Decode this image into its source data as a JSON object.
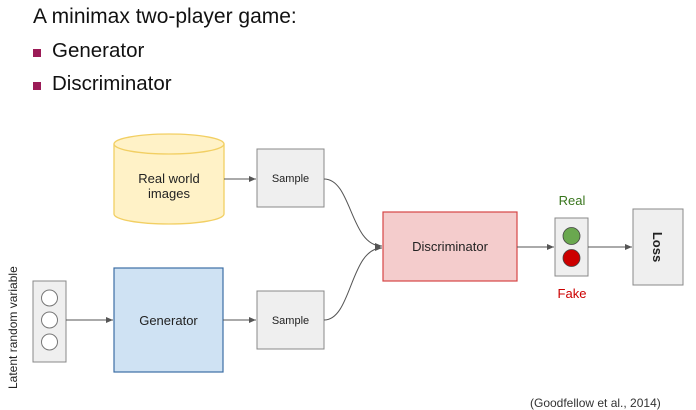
{
  "slide": {
    "heading": "A minimax two-player game:",
    "bullets": [
      "Generator",
      "Discriminator"
    ]
  },
  "diagram": {
    "database_label_line1": "Real world",
    "database_label_line2": "images",
    "sample_top": "Sample",
    "sample_bottom": "Sample",
    "generator": "Generator",
    "discriminator": "Discriminator",
    "real": "Real",
    "fake": "Fake",
    "loss": "Loss",
    "latent_label": "Latent random variable"
  },
  "colors": {
    "database_fill": "#fff2c7",
    "database_stroke": "#f2cf63",
    "generator_fill": "#cfe2f3",
    "generator_stroke": "#3d6fa5",
    "discriminator_fill": "#f4cccc",
    "discriminator_stroke": "#d64545",
    "box_fill": "#efefef",
    "box_stroke": "#888888",
    "real_light": "#6aa84f",
    "fake_light": "#cc0000",
    "bullet": "#9b1b57",
    "real_text": "#38761d",
    "fake_text": "#cc0000"
  },
  "footnote": "(Goodfellow et al., 2014)"
}
